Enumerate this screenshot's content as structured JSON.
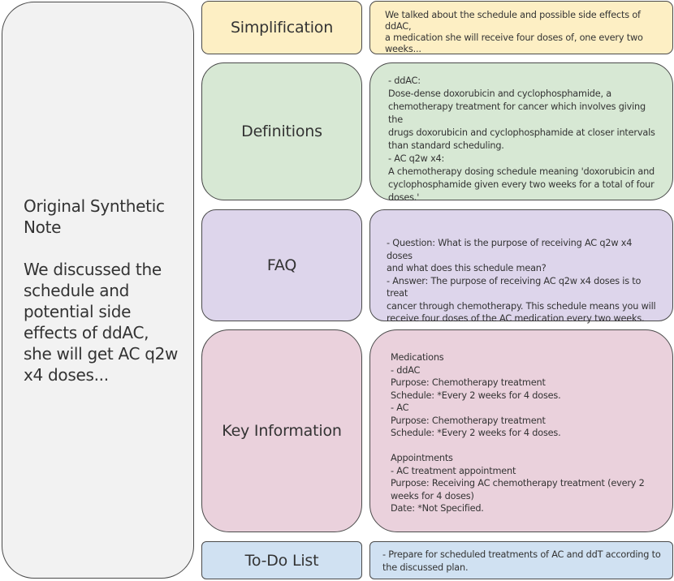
{
  "original": {
    "title": "Original Synthetic\nNote",
    "body": "We discussed the\nschedule and\npotential side\neffects of ddAC,\nshe will get AC q2w\nx4 doses..."
  },
  "sections": {
    "simplification": {
      "label": "Simplification",
      "text": "We talked about the schedule and possible side effects of ddAC,\na medication she will receive four doses of, one every two\nweeks...",
      "color": "#fdefc4"
    },
    "definitions": {
      "label": "Definitions",
      "text": "- ddAC:\nDose-dense doxorubicin and cyclophosphamide, a\nchemotherapy treatment for cancer which involves giving the\ndrugs doxorubicin and cyclophosphamide at closer intervals\nthan standard scheduling.\n- AC q2w x4:\nA chemotherapy dosing schedule meaning 'doxorubicin and\ncyclophosphamide given every two weeks for a total of four\ndoses.'",
      "color": "#d7e8d4"
    },
    "faq": {
      "label": "FAQ",
      "text": "- Question: What is the purpose of receiving AC q2w x4 doses\nand what does this schedule mean?\n- Answer: The purpose of receiving AC q2w x4 doses is to treat\ncancer through chemotherapy. This schedule means you will\nreceive four doses of the AC medication every two weeks.",
      "color": "#ddd5eb"
    },
    "key_information": {
      "label": "Key Information",
      "text": "Medications\n- ddAC\nPurpose: Chemotherapy treatment\nSchedule: *Every 2 weeks for 4 doses.\n- AC\nPurpose: Chemotherapy treatment\nSchedule: *Every 2 weeks for 4 doses.\n\nAppointments\n- AC treatment appointment\nPurpose: Receiving AC chemotherapy treatment (every 2\nweeks for 4 doses)\nDate: *Not Specified.",
      "color": "#ead1dc"
    },
    "todo": {
      "label": "To-Do List",
      "text": "- Prepare for scheduled treatments of AC and ddT according to\nthe discussed plan.",
      "color": "#d0e1f2"
    }
  }
}
